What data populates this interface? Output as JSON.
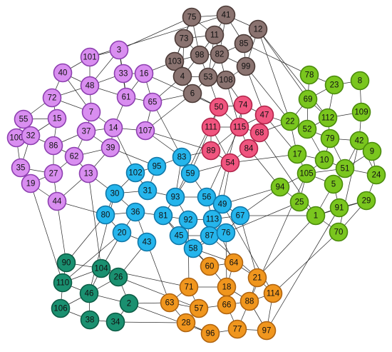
{
  "palette": {
    "purple": {
      "fill": "#d98ef0",
      "stroke": "#8d3fb0"
    },
    "brown": {
      "fill": "#8a7370",
      "stroke": "#4c3b38"
    },
    "red": {
      "fill": "#f0557f",
      "stroke": "#b0244a"
    },
    "green": {
      "fill": "#7ac61e",
      "stroke": "#4a8a0c"
    },
    "blue": {
      "fill": "#25b5ec",
      "stroke": "#0f77a8"
    },
    "teal": {
      "fill": "#1a9070",
      "stroke": "#0c5c45"
    },
    "orange": {
      "fill": "#f0961e",
      "stroke": "#b06410"
    }
  },
  "nodes": [
    {
      "id": "75",
      "group": "brown"
    },
    {
      "id": "41",
      "group": "brown"
    },
    {
      "id": "12",
      "group": "brown"
    },
    {
      "id": "73",
      "group": "brown"
    },
    {
      "id": "11",
      "group": "brown"
    },
    {
      "id": "85",
      "group": "brown"
    },
    {
      "id": "98",
      "group": "brown"
    },
    {
      "id": "82",
      "group": "brown"
    },
    {
      "id": "103",
      "group": "brown"
    },
    {
      "id": "99",
      "group": "brown"
    },
    {
      "id": "4",
      "group": "brown"
    },
    {
      "id": "53",
      "group": "brown"
    },
    {
      "id": "108",
      "group": "brown"
    },
    {
      "id": "6",
      "group": "brown"
    },
    {
      "id": "3",
      "group": "purple"
    },
    {
      "id": "101",
      "group": "purple"
    },
    {
      "id": "40",
      "group": "purple"
    },
    {
      "id": "33",
      "group": "purple"
    },
    {
      "id": "16",
      "group": "purple"
    },
    {
      "id": "48",
      "group": "purple"
    },
    {
      "id": "72",
      "group": "purple"
    },
    {
      "id": "61",
      "group": "purple"
    },
    {
      "id": "65",
      "group": "purple"
    },
    {
      "id": "7",
      "group": "purple"
    },
    {
      "id": "55",
      "group": "purple"
    },
    {
      "id": "15",
      "group": "purple"
    },
    {
      "id": "14",
      "group": "purple"
    },
    {
      "id": "107",
      "group": "purple"
    },
    {
      "id": "100",
      "group": "purple"
    },
    {
      "id": "32",
      "group": "purple"
    },
    {
      "id": "37",
      "group": "purple"
    },
    {
      "id": "86",
      "group": "purple"
    },
    {
      "id": "39",
      "group": "purple"
    },
    {
      "id": "62",
      "group": "purple"
    },
    {
      "id": "35",
      "group": "purple"
    },
    {
      "id": "27",
      "group": "purple"
    },
    {
      "id": "13",
      "group": "purple"
    },
    {
      "id": "19",
      "group": "purple"
    },
    {
      "id": "44",
      "group": "purple"
    },
    {
      "id": "50",
      "group": "red"
    },
    {
      "id": "74",
      "group": "red"
    },
    {
      "id": "47",
      "group": "red"
    },
    {
      "id": "111",
      "group": "red"
    },
    {
      "id": "115",
      "group": "red"
    },
    {
      "id": "68",
      "group": "red"
    },
    {
      "id": "89",
      "group": "red"
    },
    {
      "id": "84",
      "group": "red"
    },
    {
      "id": "54",
      "group": "red"
    },
    {
      "id": "78",
      "group": "green"
    },
    {
      "id": "8",
      "group": "green"
    },
    {
      "id": "23",
      "group": "green"
    },
    {
      "id": "69",
      "group": "green"
    },
    {
      "id": "112",
      "group": "green"
    },
    {
      "id": "109",
      "group": "green"
    },
    {
      "id": "22",
      "group": "green"
    },
    {
      "id": "52",
      "group": "green"
    },
    {
      "id": "79",
      "group": "green"
    },
    {
      "id": "42",
      "group": "green"
    },
    {
      "id": "9",
      "group": "green"
    },
    {
      "id": "17",
      "group": "green"
    },
    {
      "id": "10",
      "group": "green"
    },
    {
      "id": "51",
      "group": "green"
    },
    {
      "id": "105",
      "group": "green"
    },
    {
      "id": "24",
      "group": "green"
    },
    {
      "id": "94",
      "group": "green"
    },
    {
      "id": "5",
      "group": "green"
    },
    {
      "id": "25",
      "group": "green"
    },
    {
      "id": "91",
      "group": "green"
    },
    {
      "id": "29",
      "group": "green"
    },
    {
      "id": "1",
      "group": "green"
    },
    {
      "id": "70",
      "group": "green"
    },
    {
      "id": "83",
      "group": "blue"
    },
    {
      "id": "95",
      "group": "blue"
    },
    {
      "id": "102",
      "group": "blue"
    },
    {
      "id": "59",
      "group": "blue"
    },
    {
      "id": "31",
      "group": "blue"
    },
    {
      "id": "30",
      "group": "blue"
    },
    {
      "id": "93",
      "group": "blue"
    },
    {
      "id": "56",
      "group": "blue"
    },
    {
      "id": "49",
      "group": "blue"
    },
    {
      "id": "80",
      "group": "blue"
    },
    {
      "id": "36",
      "group": "blue"
    },
    {
      "id": "81",
      "group": "blue"
    },
    {
      "id": "92",
      "group": "blue"
    },
    {
      "id": "113",
      "group": "blue"
    },
    {
      "id": "67",
      "group": "blue"
    },
    {
      "id": "20",
      "group": "blue"
    },
    {
      "id": "43",
      "group": "blue"
    },
    {
      "id": "45",
      "group": "blue"
    },
    {
      "id": "87",
      "group": "blue"
    },
    {
      "id": "76",
      "group": "blue"
    },
    {
      "id": "58",
      "group": "blue"
    },
    {
      "id": "90",
      "group": "teal"
    },
    {
      "id": "104",
      "group": "teal"
    },
    {
      "id": "110",
      "group": "teal"
    },
    {
      "id": "26",
      "group": "teal"
    },
    {
      "id": "46",
      "group": "teal"
    },
    {
      "id": "106",
      "group": "teal"
    },
    {
      "id": "2",
      "group": "teal"
    },
    {
      "id": "38",
      "group": "teal"
    },
    {
      "id": "34",
      "group": "teal"
    },
    {
      "id": "60",
      "group": "orange"
    },
    {
      "id": "64",
      "group": "orange"
    },
    {
      "id": "21",
      "group": "orange"
    },
    {
      "id": "71",
      "group": "orange"
    },
    {
      "id": "18",
      "group": "orange"
    },
    {
      "id": "114",
      "group": "orange"
    },
    {
      "id": "63",
      "group": "orange"
    },
    {
      "id": "57",
      "group": "orange"
    },
    {
      "id": "66",
      "group": "orange"
    },
    {
      "id": "88",
      "group": "orange"
    },
    {
      "id": "28",
      "group": "orange"
    },
    {
      "id": "96",
      "group": "orange"
    },
    {
      "id": "77",
      "group": "orange"
    },
    {
      "id": "97",
      "group": "orange"
    }
  ],
  "edges": [
    [
      "75",
      "41"
    ],
    [
      "75",
      "73"
    ],
    [
      "75",
      "11"
    ],
    [
      "75",
      "98"
    ],
    [
      "75",
      "103"
    ],
    [
      "41",
      "11"
    ],
    [
      "41",
      "85"
    ],
    [
      "41",
      "12"
    ],
    [
      "41",
      "82"
    ],
    [
      "73",
      "98"
    ],
    [
      "73",
      "103"
    ],
    [
      "73",
      "4"
    ],
    [
      "11",
      "98"
    ],
    [
      "11",
      "82"
    ],
    [
      "11",
      "53"
    ],
    [
      "85",
      "82"
    ],
    [
      "85",
      "99"
    ],
    [
      "85",
      "12"
    ],
    [
      "98",
      "82"
    ],
    [
      "98",
      "4"
    ],
    [
      "98",
      "53"
    ],
    [
      "82",
      "53"
    ],
    [
      "82",
      "108"
    ],
    [
      "82",
      "99"
    ],
    [
      "103",
      "4"
    ],
    [
      "103",
      "6"
    ],
    [
      "4",
      "53"
    ],
    [
      "53",
      "108"
    ],
    [
      "108",
      "99"
    ],
    [
      "6",
      "53"
    ],
    [
      "6",
      "4"
    ],
    [
      "12",
      "99"
    ],
    [
      "103",
      "98"
    ],
    [
      "73",
      "11"
    ],
    [
      "3",
      "101"
    ],
    [
      "3",
      "33"
    ],
    [
      "3",
      "48"
    ],
    [
      "101",
      "40"
    ],
    [
      "101",
      "48"
    ],
    [
      "40",
      "72"
    ],
    [
      "40",
      "48"
    ],
    [
      "33",
      "16"
    ],
    [
      "33",
      "48"
    ],
    [
      "33",
      "61"
    ],
    [
      "16",
      "61"
    ],
    [
      "16",
      "65"
    ],
    [
      "48",
      "61"
    ],
    [
      "48",
      "7"
    ],
    [
      "48",
      "72"
    ],
    [
      "72",
      "55"
    ],
    [
      "72",
      "15"
    ],
    [
      "72",
      "7"
    ],
    [
      "61",
      "65"
    ],
    [
      "61",
      "14"
    ],
    [
      "65",
      "107"
    ],
    [
      "7",
      "14"
    ],
    [
      "7",
      "37"
    ],
    [
      "55",
      "15"
    ],
    [
      "55",
      "32"
    ],
    [
      "55",
      "100"
    ],
    [
      "15",
      "32"
    ],
    [
      "15",
      "86"
    ],
    [
      "14",
      "107"
    ],
    [
      "14",
      "37"
    ],
    [
      "14",
      "39"
    ],
    [
      "100",
      "32"
    ],
    [
      "100",
      "35"
    ],
    [
      "32",
      "86"
    ],
    [
      "32",
      "35"
    ],
    [
      "37",
      "86"
    ],
    [
      "37",
      "62"
    ],
    [
      "37",
      "39"
    ],
    [
      "86",
      "62"
    ],
    [
      "86",
      "27"
    ],
    [
      "39",
      "62"
    ],
    [
      "39",
      "13"
    ],
    [
      "62",
      "27"
    ],
    [
      "62",
      "13"
    ],
    [
      "35",
      "27"
    ],
    [
      "35",
      "19"
    ],
    [
      "27",
      "19"
    ],
    [
      "27",
      "44"
    ],
    [
      "13",
      "44"
    ],
    [
      "19",
      "44"
    ],
    [
      "40",
      "7"
    ],
    [
      "3",
      "61"
    ],
    [
      "50",
      "74"
    ],
    [
      "50",
      "111"
    ],
    [
      "50",
      "115"
    ],
    [
      "74",
      "47"
    ],
    [
      "74",
      "115"
    ],
    [
      "47",
      "68"
    ],
    [
      "47",
      "115"
    ],
    [
      "111",
      "115"
    ],
    [
      "111",
      "89"
    ],
    [
      "115",
      "68"
    ],
    [
      "115",
      "84"
    ],
    [
      "115",
      "89"
    ],
    [
      "68",
      "84"
    ],
    [
      "89",
      "54"
    ],
    [
      "84",
      "54"
    ],
    [
      "111",
      "54"
    ],
    [
      "78",
      "23"
    ],
    [
      "78",
      "69"
    ],
    [
      "8",
      "23"
    ],
    [
      "8",
      "109"
    ],
    [
      "23",
      "69"
    ],
    [
      "23",
      "112"
    ],
    [
      "69",
      "112"
    ],
    [
      "69",
      "22"
    ],
    [
      "69",
      "52"
    ],
    [
      "112",
      "109"
    ],
    [
      "112",
      "79"
    ],
    [
      "112",
      "52"
    ],
    [
      "109",
      "42"
    ],
    [
      "22",
      "52"
    ],
    [
      "22",
      "17"
    ],
    [
      "52",
      "79"
    ],
    [
      "52",
      "10"
    ],
    [
      "79",
      "42"
    ],
    [
      "79",
      "10"
    ],
    [
      "79",
      "51"
    ],
    [
      "42",
      "9"
    ],
    [
      "42",
      "51"
    ],
    [
      "42",
      "24"
    ],
    [
      "17",
      "10"
    ],
    [
      "17",
      "105"
    ],
    [
      "10",
      "51"
    ],
    [
      "10",
      "105"
    ],
    [
      "51",
      "105"
    ],
    [
      "51",
      "5"
    ],
    [
      "51",
      "24"
    ],
    [
      "105",
      "94"
    ],
    [
      "105",
      "5"
    ],
    [
      "105",
      "25"
    ],
    [
      "24",
      "29"
    ],
    [
      "5",
      "91"
    ],
    [
      "94",
      "25"
    ],
    [
      "25",
      "1"
    ],
    [
      "91",
      "29"
    ],
    [
      "91",
      "1"
    ],
    [
      "1",
      "70"
    ],
    [
      "29",
      "70"
    ],
    [
      "5",
      "1"
    ],
    [
      "9",
      "24"
    ],
    [
      "83",
      "95"
    ],
    [
      "83",
      "59"
    ],
    [
      "83",
      "93"
    ],
    [
      "95",
      "102"
    ],
    [
      "95",
      "31"
    ],
    [
      "102",
      "31"
    ],
    [
      "102",
      "30"
    ],
    [
      "59",
      "93"
    ],
    [
      "59",
      "56"
    ],
    [
      "31",
      "30"
    ],
    [
      "31",
      "93"
    ],
    [
      "30",
      "80"
    ],
    [
      "30",
      "36"
    ],
    [
      "93",
      "56"
    ],
    [
      "93",
      "81"
    ],
    [
      "93",
      "92"
    ],
    [
      "56",
      "49"
    ],
    [
      "56",
      "113"
    ],
    [
      "80",
      "36"
    ],
    [
      "80",
      "20"
    ],
    [
      "36",
      "81"
    ],
    [
      "36",
      "20"
    ],
    [
      "36",
      "43"
    ],
    [
      "81",
      "92"
    ],
    [
      "81",
      "45"
    ],
    [
      "92",
      "113"
    ],
    [
      "92",
      "45"
    ],
    [
      "113",
      "67"
    ],
    [
      "113",
      "87"
    ],
    [
      "49",
      "67"
    ],
    [
      "49",
      "113"
    ],
    [
      "20",
      "43"
    ],
    [
      "45",
      "87"
    ],
    [
      "87",
      "76"
    ],
    [
      "87",
      "58"
    ],
    [
      "45",
      "58"
    ],
    [
      "76",
      "67"
    ],
    [
      "76",
      "58"
    ],
    [
      "90",
      "104"
    ],
    [
      "90",
      "110"
    ],
    [
      "104",
      "26"
    ],
    [
      "104",
      "46"
    ],
    [
      "110",
      "46"
    ],
    [
      "110",
      "106"
    ],
    [
      "26",
      "46"
    ],
    [
      "26",
      "2"
    ],
    [
      "46",
      "106"
    ],
    [
      "46",
      "38"
    ],
    [
      "46",
      "2"
    ],
    [
      "106",
      "38"
    ],
    [
      "38",
      "34"
    ],
    [
      "2",
      "34"
    ],
    [
      "104",
      "110"
    ],
    [
      "60",
      "64"
    ],
    [
      "64",
      "18"
    ],
    [
      "64",
      "21"
    ],
    [
      "21",
      "114"
    ],
    [
      "21",
      "88"
    ],
    [
      "71",
      "18"
    ],
    [
      "71",
      "57"
    ],
    [
      "71",
      "63"
    ],
    [
      "18",
      "66"
    ],
    [
      "18",
      "88"
    ],
    [
      "114",
      "88"
    ],
    [
      "114",
      "97"
    ],
    [
      "63",
      "57"
    ],
    [
      "63",
      "28"
    ],
    [
      "57",
      "66"
    ],
    [
      "57",
      "28"
    ],
    [
      "66",
      "88"
    ],
    [
      "66",
      "77"
    ],
    [
      "88",
      "77"
    ],
    [
      "88",
      "97"
    ],
    [
      "28",
      "96"
    ],
    [
      "96",
      "77"
    ],
    [
      "77",
      "97"
    ],
    [
      "60",
      "18"
    ],
    [
      "6",
      "50"
    ],
    [
      "53",
      "50"
    ],
    [
      "108",
      "74"
    ],
    [
      "99",
      "47"
    ],
    [
      "12",
      "69"
    ],
    [
      "12",
      "22"
    ],
    [
      "85",
      "78"
    ],
    [
      "6",
      "107"
    ],
    [
      "65",
      "6"
    ],
    [
      "103",
      "16"
    ],
    [
      "75",
      "3"
    ],
    [
      "41",
      "101"
    ],
    [
      "4",
      "65"
    ],
    [
      "108",
      "115"
    ],
    [
      "12",
      "112"
    ],
    [
      "99",
      "22"
    ],
    [
      "107",
      "83"
    ],
    [
      "14",
      "102"
    ],
    [
      "13",
      "30"
    ],
    [
      "44",
      "80"
    ],
    [
      "39",
      "95"
    ],
    [
      "65",
      "83"
    ],
    [
      "107",
      "89"
    ],
    [
      "16",
      "50"
    ],
    [
      "89",
      "83"
    ],
    [
      "54",
      "59"
    ],
    [
      "111",
      "59"
    ],
    [
      "84",
      "94"
    ],
    [
      "68",
      "22"
    ],
    [
      "47",
      "17"
    ],
    [
      "115",
      "56"
    ],
    [
      "54",
      "49"
    ],
    [
      "94",
      "49"
    ],
    [
      "94",
      "67"
    ],
    [
      "1",
      "67"
    ],
    [
      "70",
      "114"
    ],
    [
      "25",
      "76"
    ],
    [
      "17",
      "54"
    ],
    [
      "80",
      "90"
    ],
    [
      "20",
      "104"
    ],
    [
      "43",
      "26"
    ],
    [
      "20",
      "110"
    ],
    [
      "30",
      "46"
    ],
    [
      "45",
      "60"
    ],
    [
      "58",
      "64"
    ],
    [
      "87",
      "21"
    ],
    [
      "76",
      "18"
    ],
    [
      "67",
      "21"
    ],
    [
      "92",
      "71"
    ],
    [
      "43",
      "63"
    ],
    [
      "81",
      "60"
    ],
    [
      "2",
      "63"
    ],
    [
      "34",
      "28"
    ],
    [
      "26",
      "57"
    ],
    [
      "2",
      "96"
    ],
    [
      "104",
      "71"
    ],
    [
      "44",
      "90"
    ],
    [
      "19",
      "110"
    ],
    [
      "13",
      "104"
    ],
    [
      "113",
      "64"
    ],
    [
      "49",
      "114"
    ],
    [
      "91",
      "97"
    ],
    [
      "105",
      "88"
    ],
    [
      "1",
      "21"
    ],
    [
      "50",
      "93"
    ],
    [
      "74",
      "113"
    ],
    [
      "68",
      "1"
    ],
    [
      "52",
      "47"
    ],
    [
      "42",
      "70"
    ],
    [
      "29",
      "1"
    ],
    [
      "9",
      "51"
    ]
  ]
}
